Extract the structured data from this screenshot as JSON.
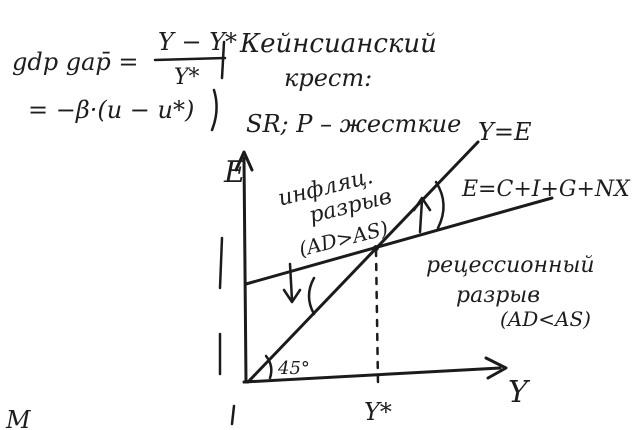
{
  "formulas": {
    "line1_left": "gdp gap̄ =",
    "line1_fraction_numerator": "Y − Y*",
    "line1_fraction_denominator": "Y*",
    "line2": "= −β·(u − u*)"
  },
  "heading": {
    "title_line1": "Кейнсианский",
    "title_line2": "крест:",
    "assumptions": "SR; P – жесткие"
  },
  "diagram": {
    "y_axis_label": "E",
    "x_axis_label": "Y",
    "line_45_label": "Y=E",
    "expenditure_label": "E=C+I+G+NX",
    "equilibrium_tick_label": "Y*",
    "angle_label": "45°",
    "inflation_gap_line1": "инфляц.",
    "inflation_gap_line2": "разрыв",
    "inflation_gap_line3": "(AD>AS)",
    "recession_gap_line1": "рецессионный",
    "recession_gap_line2": "разрыв",
    "recession_gap_line3": "(AD<AS)"
  },
  "corner": {
    "fragment": "M"
  }
}
